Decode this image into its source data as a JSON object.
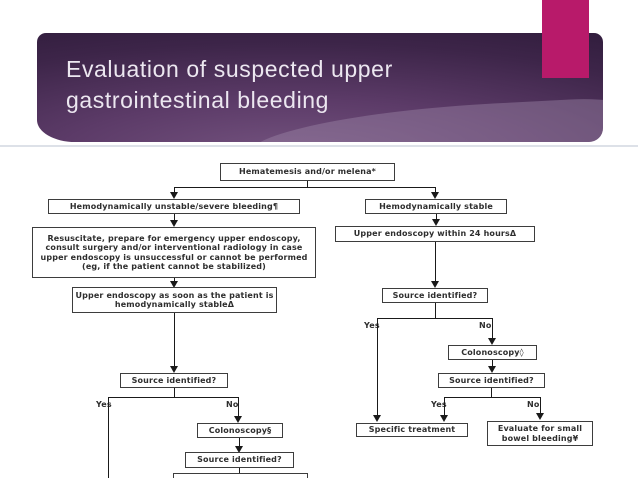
{
  "slide": {
    "title_line1": "Evaluation of suspected upper",
    "title_line2": "gastrointestinal bleeding"
  },
  "colors": {
    "banner_dark": "#2a1836",
    "banner_light": "#74537f",
    "accent_pink": "#b81a6a",
    "divider": "#dde1e8",
    "box_border": "#3d3d3d",
    "chart_text": "#2e2e2e"
  },
  "flowchart": {
    "nodes": {
      "start": "Hematemesis and/or melena*",
      "unstable": "Hemodynamically unstable/severe bleeding¶",
      "resuscitate": "Resuscitate, prepare for emergency upper endoscopy, consult surgery and/or interventional radiology in case upper endoscopy is unsuccessful or cannot be performed (eg, if the patient cannot be stabilized)",
      "endoscopy_asap": "Upper endoscopy as soon as the patient is hemodynamically stableΔ",
      "source_left_1": "Source identified?",
      "colonoscopy_left": "Colonoscopy§",
      "source_left_2": "Source identified?",
      "stable": "Hemodynamically stable",
      "endoscopy_24h": "Upper endoscopy within 24 hoursΔ",
      "source_right_1": "Source identified?",
      "colonoscopy_right": "Colonoscopy◊",
      "source_right_2": "Source identified?",
      "specific_treatment": "Specific treatment",
      "small_bowel": "Evaluate for small bowel bleeding¥"
    },
    "branch_labels": {
      "yes": "Yes",
      "no": "No"
    }
  }
}
